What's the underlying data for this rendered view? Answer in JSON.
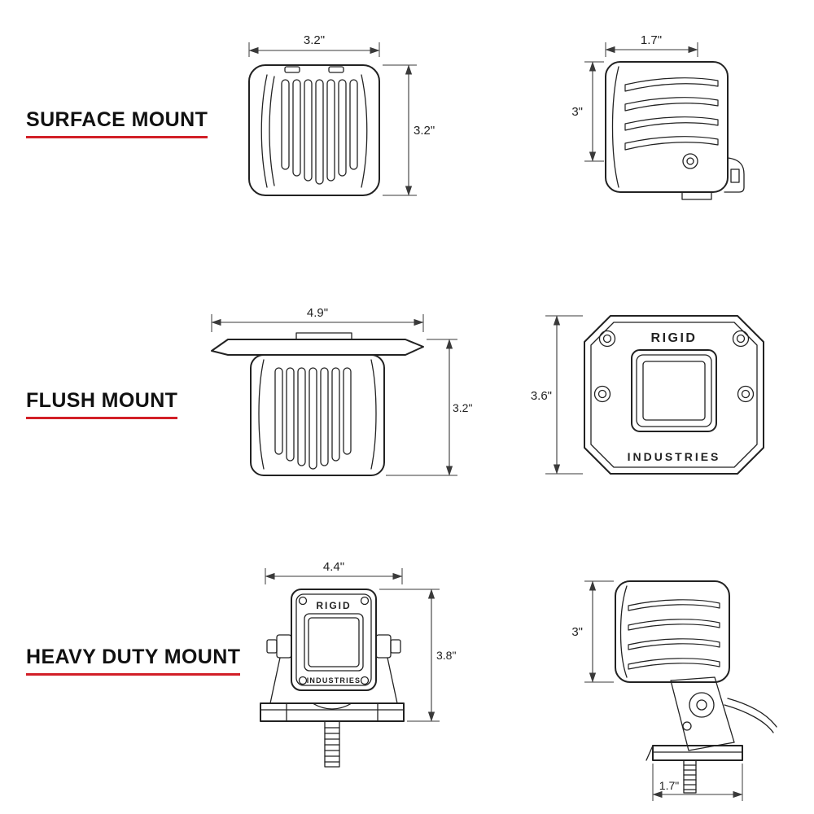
{
  "colors": {
    "accent_red": "#d21f27",
    "line": "#222222",
    "dim_line": "#3a3a3a",
    "background": "#ffffff"
  },
  "rows": [
    {
      "label": "SURFACE MOUNT",
      "left": {
        "top_dim": "3.2\"",
        "side_dim": "3.2\""
      },
      "right": {
        "top_dim": "1.7\"",
        "side_dim": "3\""
      }
    },
    {
      "label": "FLUSH MOUNT",
      "left": {
        "top_dim": "4.9\"",
        "side_dim": "3.2\""
      },
      "right": {
        "side_dim": "3.6\"",
        "brand_top": "RIGID",
        "brand_bottom": "INDUSTRIES"
      }
    },
    {
      "label": "HEAVY DUTY MOUNT",
      "left": {
        "top_dim": "4.4\"",
        "side_dim": "3.8\"",
        "brand_top": "RIGID",
        "brand_bottom": "INDUSTRIES"
      },
      "right": {
        "side_dim": "3\"",
        "bottom_dim": "1.7\""
      }
    }
  ]
}
